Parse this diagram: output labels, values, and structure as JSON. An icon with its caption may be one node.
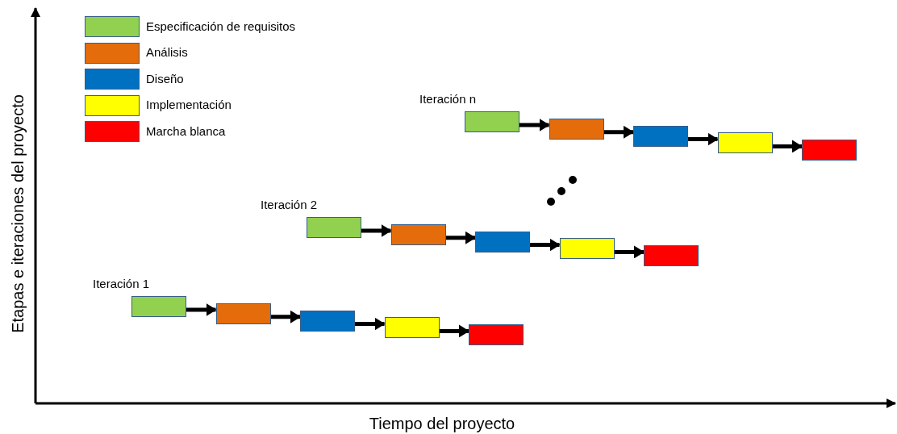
{
  "diagram": {
    "nodes": [
      {
        "text": [],
        "shape": "box"
      },
      {
        "text": [],
        "shape": "box"
      },
      {
        "text": [],
        "shape": "box"
      },
      {
        "text": [],
        "shape": "box"
      },
      {
        "text": [],
        "shape": "box"
      },
      {
        "text": [],
        "shape": "box"
      },
      {
        "text": [],
        "shape": "box"
      },
      {
        "text": [],
        "shape": "box"
      },
      {
        "text": [],
        "shape": "box"
      },
      {
        "text": [],
        "shape": "box"
      },
      {
        "text": [],
        "shape": "box"
      },
      {
        "text": [],
        "shape": "box"
      },
      {
        "text": [],
        "shape": "box"
      },
      {
        "text": [],
        "shape": "box"
      },
      {
        "text": [],
        "shape": "box"
      }
    ],
    "edges": [
      {
        "from": 0,
        "to": 1,
        "arrow": "to"
      },
      {
        "from": 1,
        "to": 2,
        "arrow": "to"
      },
      {
        "from": 2,
        "to": 3,
        "arrow": "to"
      },
      {
        "from": 3,
        "to": 4,
        "arrow": "to"
      },
      {
        "from": 5,
        "to": 6,
        "arrow": "to"
      },
      {
        "from": 6,
        "to": 7,
        "arrow": "to"
      },
      {
        "from": 7,
        "to": 8,
        "arrow": "to"
      },
      {
        "from": 8,
        "to": 9,
        "arrow": "to"
      },
      {
        "from": 10,
        "to": 11,
        "arrow": "to"
      },
      {
        "from": 11,
        "to": 12,
        "arrow": "to"
      },
      {
        "from": 12,
        "to": 13,
        "arrow": "to"
      },
      {
        "from": 13,
        "to": 14,
        "arrow": "to"
      }
    ],
    "labels": [
      "Iteración n",
      "Iteración 2",
      "Iteración 1",
      "Etapas e iteraciones del proyecto",
      "Tiempo del proyecto"
    ],
    "legend": [
      {
        "text": "Especificación de requisitos",
        "color": "#92d050"
      },
      {
        "text": "Análisis",
        "color": "#e46c0a"
      },
      {
        "text": "Diseño",
        "color": "#0070c0"
      },
      {
        "text": "Implementación",
        "color": "#ffff00"
      },
      {
        "text": "Marcha blanca",
        "color": "#ff0000"
      }
    ]
  }
}
